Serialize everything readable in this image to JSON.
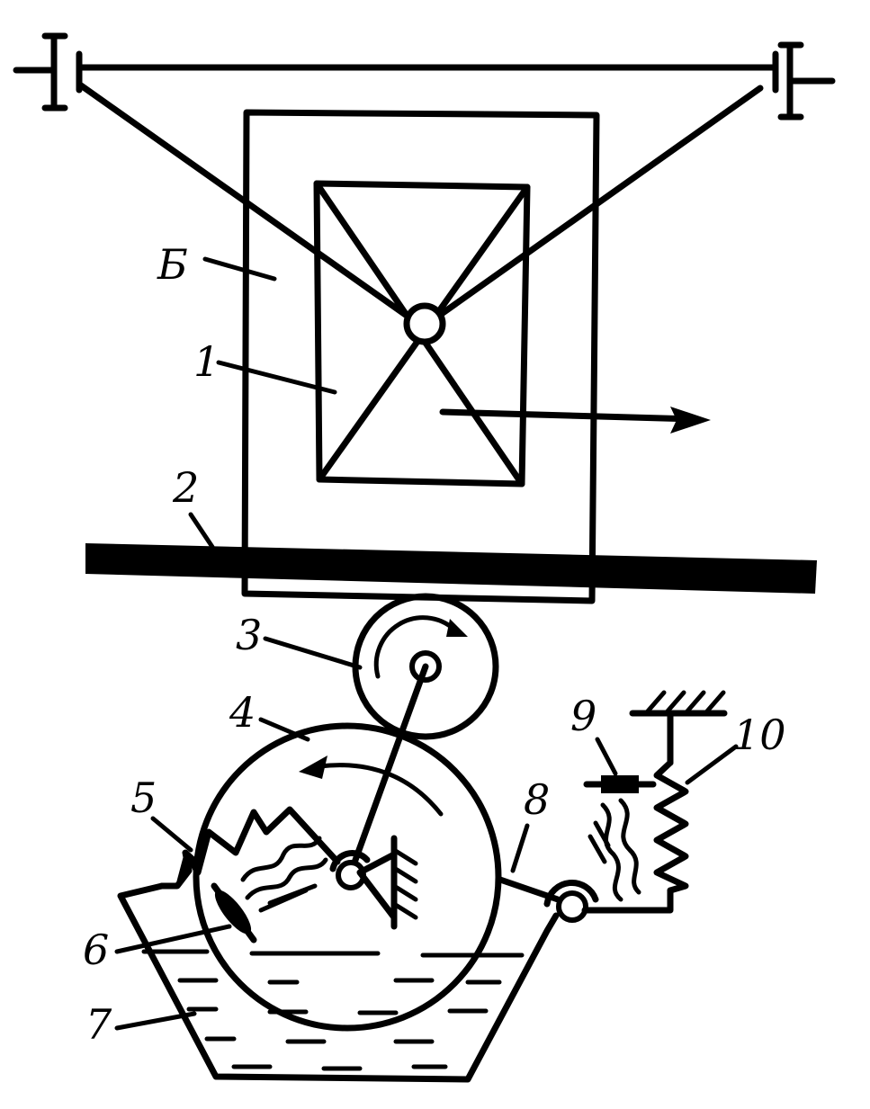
{
  "labels": {
    "frame": "Б",
    "matrix": "1",
    "web": "2",
    "pressure_roller": "3",
    "cylinder": "4",
    "heater_left": "5",
    "electrode": "6",
    "bath": "7",
    "lever_arm": "8",
    "heater_right": "9",
    "spring": "10"
  }
}
